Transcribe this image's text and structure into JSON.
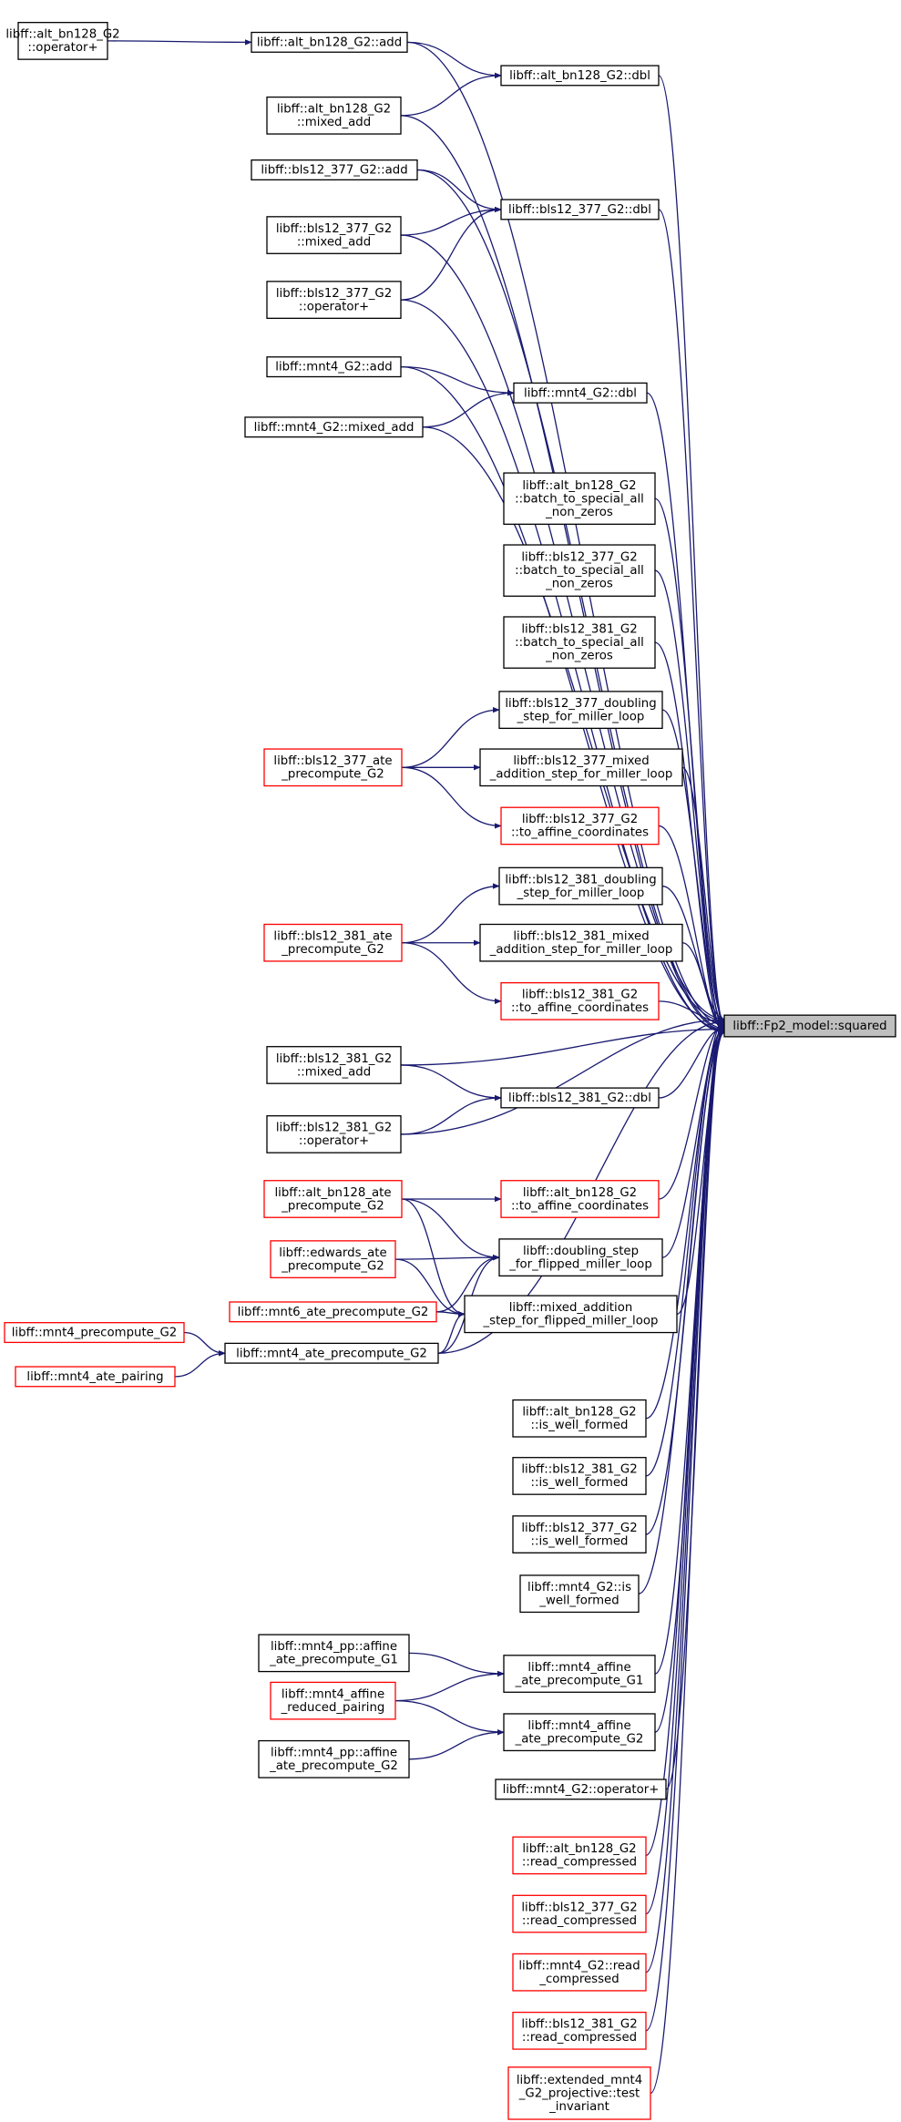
{
  "colors": {
    "edge": "#191970",
    "border_normal": "#000000",
    "border_red": "#ff0000",
    "fill_normal": "#ffffff",
    "fill_target": "#bfbfbf"
  },
  "nodes": [
    {
      "id": "target",
      "lines": [
        "libff::Fp2_model::squared"
      ],
      "style": "target"
    },
    {
      "id": "altbn_op",
      "lines": [
        "libff::alt_bn128_G2",
        "::operator+"
      ],
      "style": "normal"
    },
    {
      "id": "altbn_add",
      "lines": [
        "libff::alt_bn128_G2::add"
      ],
      "style": "normal"
    },
    {
      "id": "altbn_dbl",
      "lines": [
        "libff::alt_bn128_G2::dbl"
      ],
      "style": "normal"
    },
    {
      "id": "altbn_mixed",
      "lines": [
        "libff::alt_bn128_G2",
        "::mixed_add"
      ],
      "style": "normal"
    },
    {
      "id": "bls377_add",
      "lines": [
        "libff::bls12_377_G2::add"
      ],
      "style": "normal"
    },
    {
      "id": "bls377_dbl",
      "lines": [
        "libff::bls12_377_G2::dbl"
      ],
      "style": "normal"
    },
    {
      "id": "bls377_mixed",
      "lines": [
        "libff::bls12_377_G2",
        "::mixed_add"
      ],
      "style": "normal"
    },
    {
      "id": "bls377_op",
      "lines": [
        "libff::bls12_377_G2",
        "::operator+"
      ],
      "style": "normal"
    },
    {
      "id": "mnt4_add",
      "lines": [
        "libff::mnt4_G2::add"
      ],
      "style": "normal"
    },
    {
      "id": "mnt4_dbl",
      "lines": [
        "libff::mnt4_G2::dbl"
      ],
      "style": "normal"
    },
    {
      "id": "mnt4_mixed",
      "lines": [
        "libff::mnt4_G2::mixed_add"
      ],
      "style": "normal"
    },
    {
      "id": "altbn_batch",
      "lines": [
        "libff::alt_bn128_G2",
        "::batch_to_special_all",
        "_non_zeros"
      ],
      "style": "normal"
    },
    {
      "id": "bls377_batch",
      "lines": [
        "libff::bls12_377_G2",
        "::batch_to_special_all",
        "_non_zeros"
      ],
      "style": "normal"
    },
    {
      "id": "bls381_batch",
      "lines": [
        "libff::bls12_381_G2",
        "::batch_to_special_all",
        "_non_zeros"
      ],
      "style": "normal"
    },
    {
      "id": "bls377_dbl_step",
      "lines": [
        "libff::bls12_377_doubling",
        "_step_for_miller_loop"
      ],
      "style": "normal"
    },
    {
      "id": "bls377_ate_pre",
      "lines": [
        "libff::bls12_377_ate",
        "_precompute_G2"
      ],
      "style": "red"
    },
    {
      "id": "bls377_mixed_step",
      "lines": [
        "libff::bls12_377_mixed",
        "_addition_step_for_miller_loop"
      ],
      "style": "normal"
    },
    {
      "id": "bls377_affine",
      "lines": [
        "libff::bls12_377_G2",
        "::to_affine_coordinates"
      ],
      "style": "red"
    },
    {
      "id": "bls381_dbl_step",
      "lines": [
        "libff::bls12_381_doubling",
        "_step_for_miller_loop"
      ],
      "style": "normal"
    },
    {
      "id": "bls381_ate_pre",
      "lines": [
        "libff::bls12_381_ate",
        "_precompute_G2"
      ],
      "style": "red"
    },
    {
      "id": "bls381_mixed_step",
      "lines": [
        "libff::bls12_381_mixed",
        "_addition_step_for_miller_loop"
      ],
      "style": "normal"
    },
    {
      "id": "bls381_affine",
      "lines": [
        "libff::bls12_381_G2",
        "::to_affine_coordinates"
      ],
      "style": "red"
    },
    {
      "id": "bls381_mixed",
      "lines": [
        "libff::bls12_381_G2",
        "::mixed_add"
      ],
      "style": "normal"
    },
    {
      "id": "bls381_dbl",
      "lines": [
        "libff::bls12_381_G2::dbl"
      ],
      "style": "normal"
    },
    {
      "id": "bls381_op",
      "lines": [
        "libff::bls12_381_G2",
        "::operator+"
      ],
      "style": "normal"
    },
    {
      "id": "altbn_ate_pre",
      "lines": [
        "libff::alt_bn128_ate",
        "_precompute_G2"
      ],
      "style": "red"
    },
    {
      "id": "altbn_affine",
      "lines": [
        "libff::alt_bn128_G2",
        "::to_affine_coordinates"
      ],
      "style": "red"
    },
    {
      "id": "edwards_pre",
      "lines": [
        "libff::edwards_ate",
        "_precompute_G2"
      ],
      "style": "red"
    },
    {
      "id": "dbl_flip",
      "lines": [
        "libff::doubling_step",
        "_for_flipped_miller_loop"
      ],
      "style": "normal"
    },
    {
      "id": "mnt6_pre",
      "lines": [
        "libff::mnt6_ate_precompute_G2"
      ],
      "style": "red"
    },
    {
      "id": "mixed_flip",
      "lines": [
        "libff::mixed_addition",
        "_step_for_flipped_miller_loop"
      ],
      "style": "normal"
    },
    {
      "id": "mnt4_pre",
      "lines": [
        "libff::mnt4_precompute_G2"
      ],
      "style": "red"
    },
    {
      "id": "mnt4_ate_pre",
      "lines": [
        "libff::mnt4_ate_precompute_G2"
      ],
      "style": "normal"
    },
    {
      "id": "mnt4_ate_pair",
      "lines": [
        "libff::mnt4_ate_pairing"
      ],
      "style": "red"
    },
    {
      "id": "altbn_wf",
      "lines": [
        "libff::alt_bn128_G2",
        "::is_well_formed"
      ],
      "style": "normal"
    },
    {
      "id": "bls381_wf",
      "lines": [
        "libff::bls12_381_G2",
        "::is_well_formed"
      ],
      "style": "normal"
    },
    {
      "id": "bls377_wf",
      "lines": [
        "libff::bls12_377_G2",
        "::is_well_formed"
      ],
      "style": "normal"
    },
    {
      "id": "mnt4_wf",
      "lines": [
        "libff::mnt4_G2::is",
        "_well_formed"
      ],
      "style": "normal"
    },
    {
      "id": "mnt4pp_g1",
      "lines": [
        "libff::mnt4_pp::affine",
        "_ate_precompute_G1"
      ],
      "style": "normal"
    },
    {
      "id": "mnt4_aff_g1",
      "lines": [
        "libff::mnt4_affine",
        "_ate_precompute_G1"
      ],
      "style": "normal"
    },
    {
      "id": "mnt4_aff_red",
      "lines": [
        "libff::mnt4_affine",
        "_reduced_pairing"
      ],
      "style": "red"
    },
    {
      "id": "mnt4_aff_g2",
      "lines": [
        "libff::mnt4_affine",
        "_ate_precompute_G2"
      ],
      "style": "normal"
    },
    {
      "id": "mnt4pp_g2",
      "lines": [
        "libff::mnt4_pp::affine",
        "_ate_precompute_G2"
      ],
      "style": "normal"
    },
    {
      "id": "mnt4_op",
      "lines": [
        "libff::mnt4_G2::operator+"
      ],
      "style": "normal"
    },
    {
      "id": "altbn_rc",
      "lines": [
        "libff::alt_bn128_G2",
        "::read_compressed"
      ],
      "style": "red"
    },
    {
      "id": "bls377_rc",
      "lines": [
        "libff::bls12_377_G2",
        "::read_compressed"
      ],
      "style": "red"
    },
    {
      "id": "mnt4_rc",
      "lines": [
        "libff::mnt4_G2::read",
        "_compressed"
      ],
      "style": "red"
    },
    {
      "id": "bls381_rc",
      "lines": [
        "libff::bls12_381_G2",
        "::read_compressed"
      ],
      "style": "red"
    },
    {
      "id": "ext_mnt4",
      "lines": [
        "libff::extended_mnt4",
        "_G2_projective::test",
        "_invariant"
      ],
      "style": "red"
    }
  ],
  "edges": [
    [
      "altbn_op",
      "altbn_add"
    ],
    [
      "altbn_add",
      "target"
    ],
    [
      "altbn_add",
      "altbn_dbl"
    ],
    [
      "altbn_dbl",
      "target"
    ],
    [
      "altbn_mixed",
      "target"
    ],
    [
      "altbn_mixed",
      "altbn_dbl"
    ],
    [
      "bls377_add",
      "target"
    ],
    [
      "bls377_add",
      "bls377_dbl"
    ],
    [
      "bls377_dbl",
      "target"
    ],
    [
      "bls377_mixed",
      "target"
    ],
    [
      "bls377_mixed",
      "bls377_dbl"
    ],
    [
      "bls377_op",
      "target"
    ],
    [
      "bls377_op",
      "bls377_dbl"
    ],
    [
      "mnt4_add",
      "target"
    ],
    [
      "mnt4_add",
      "mnt4_dbl"
    ],
    [
      "mnt4_dbl",
      "target"
    ],
    [
      "mnt4_mixed",
      "target"
    ],
    [
      "mnt4_mixed",
      "mnt4_dbl"
    ],
    [
      "altbn_batch",
      "target"
    ],
    [
      "bls377_batch",
      "target"
    ],
    [
      "bls381_batch",
      "target"
    ],
    [
      "bls377_dbl_step",
      "target"
    ],
    [
      "bls377_ate_pre",
      "bls377_dbl_step"
    ],
    [
      "bls377_ate_pre",
      "bls377_mixed_step"
    ],
    [
      "bls377_ate_pre",
      "bls377_affine"
    ],
    [
      "bls377_mixed_step",
      "target"
    ],
    [
      "bls377_affine",
      "target"
    ],
    [
      "bls381_dbl_step",
      "target"
    ],
    [
      "bls381_ate_pre",
      "bls381_dbl_step"
    ],
    [
      "bls381_ate_pre",
      "bls381_mixed_step"
    ],
    [
      "bls381_ate_pre",
      "bls381_affine"
    ],
    [
      "bls381_mixed_step",
      "target"
    ],
    [
      "bls381_affine",
      "target"
    ],
    [
      "bls381_mixed",
      "target"
    ],
    [
      "bls381_mixed",
      "bls381_dbl"
    ],
    [
      "bls381_dbl",
      "target"
    ],
    [
      "bls381_op",
      "target"
    ],
    [
      "bls381_op",
      "bls381_dbl"
    ],
    [
      "altbn_ate_pre",
      "altbn_affine"
    ],
    [
      "altbn_ate_pre",
      "dbl_flip"
    ],
    [
      "altbn_ate_pre",
      "mixed_flip"
    ],
    [
      "altbn_affine",
      "target"
    ],
    [
      "edwards_pre",
      "dbl_flip"
    ],
    [
      "edwards_pre",
      "mixed_flip"
    ],
    [
      "dbl_flip",
      "target"
    ],
    [
      "mnt6_pre",
      "dbl_flip"
    ],
    [
      "mnt6_pre",
      "mixed_flip"
    ],
    [
      "mixed_flip",
      "target"
    ],
    [
      "mnt4_pre",
      "mnt4_ate_pre"
    ],
    [
      "mnt4_ate_pair",
      "mnt4_ate_pre"
    ],
    [
      "mnt4_ate_pre",
      "dbl_flip"
    ],
    [
      "mnt4_ate_pre",
      "mixed_flip"
    ],
    [
      "mnt4_ate_pre",
      "target"
    ],
    [
      "altbn_wf",
      "target"
    ],
    [
      "bls381_wf",
      "target"
    ],
    [
      "bls377_wf",
      "target"
    ],
    [
      "mnt4_wf",
      "target"
    ],
    [
      "mnt4pp_g1",
      "mnt4_aff_g1"
    ],
    [
      "mnt4_aff_g1",
      "target"
    ],
    [
      "mnt4_aff_red",
      "mnt4_aff_g1"
    ],
    [
      "mnt4_aff_red",
      "mnt4_aff_g2"
    ],
    [
      "mnt4pp_g2",
      "mnt4_aff_g2"
    ],
    [
      "mnt4_aff_g2",
      "target"
    ],
    [
      "mnt4_op",
      "target"
    ],
    [
      "altbn_rc",
      "target"
    ],
    [
      "bls377_rc",
      "target"
    ],
    [
      "mnt4_rc",
      "target"
    ],
    [
      "bls381_rc",
      "target"
    ],
    [
      "ext_mnt4",
      "target"
    ]
  ]
}
